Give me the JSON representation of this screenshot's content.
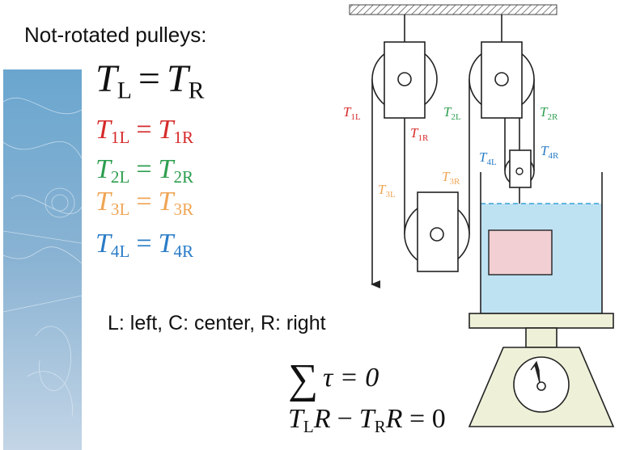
{
  "heading": "Not-rotated pulleys:",
  "equations": {
    "main": {
      "lhs": "T",
      "lhs_sub": "L",
      "op": "=",
      "rhs": "T",
      "rhs_sub": "R"
    },
    "rows": [
      {
        "lhs": "T",
        "lhs_sub": "1L",
        "op": "=",
        "rhs": "T",
        "rhs_sub": "1R",
        "color": "#d62a2a"
      },
      {
        "lhs": "T",
        "lhs_sub": "2L",
        "op": "=",
        "rhs": "T",
        "rhs_sub": "2R",
        "color": "#2e9e4f"
      },
      {
        "lhs": "T",
        "lhs_sub": "3L",
        "op": "=",
        "rhs": "T",
        "rhs_sub": "3R",
        "color": "#efa555"
      },
      {
        "lhs": "T",
        "lhs_sub": "4L",
        "op": "=",
        "rhs": "T",
        "rhs_sub": "4R",
        "color": "#2a7cc7"
      }
    ]
  },
  "legend": "L: left, C: center, R: right",
  "sum_equation": {
    "symbol": "∑",
    "text": "τ = 0"
  },
  "torque_equation": {
    "t1": "T",
    "t1_sub": "L",
    "r1": "R",
    "minus": "−",
    "t2": "T",
    "t2_sub": "R",
    "r2": "R",
    "tail": " = 0"
  },
  "diagram_labels": {
    "t1l": {
      "T": "T",
      "sub": "1L",
      "color": "#d62a2a"
    },
    "t1r": {
      "T": "T",
      "sub": "1R",
      "color": "#d62a2a"
    },
    "t2l": {
      "T": "T",
      "sub": "2L",
      "color": "#2e9e4f"
    },
    "t2r": {
      "T": "T",
      "sub": "2R",
      "color": "#2e9e4f"
    },
    "t3l": {
      "T": "T",
      "sub": "3L",
      "color": "#efa555"
    },
    "t3r": {
      "T": "T",
      "sub": "3R",
      "color": "#efa555"
    },
    "t4l": {
      "T": "T",
      "sub": "4L",
      "color": "#2a7cc7"
    },
    "t4r": {
      "T": "T",
      "sub": "4R",
      "color": "#2a7cc7"
    }
  },
  "colors": {
    "water": "#bfe2f3",
    "water_line": "#3aa0d8",
    "block": "#f2cfd2",
    "scale_base": "#eef1d8",
    "line": "#222222"
  }
}
